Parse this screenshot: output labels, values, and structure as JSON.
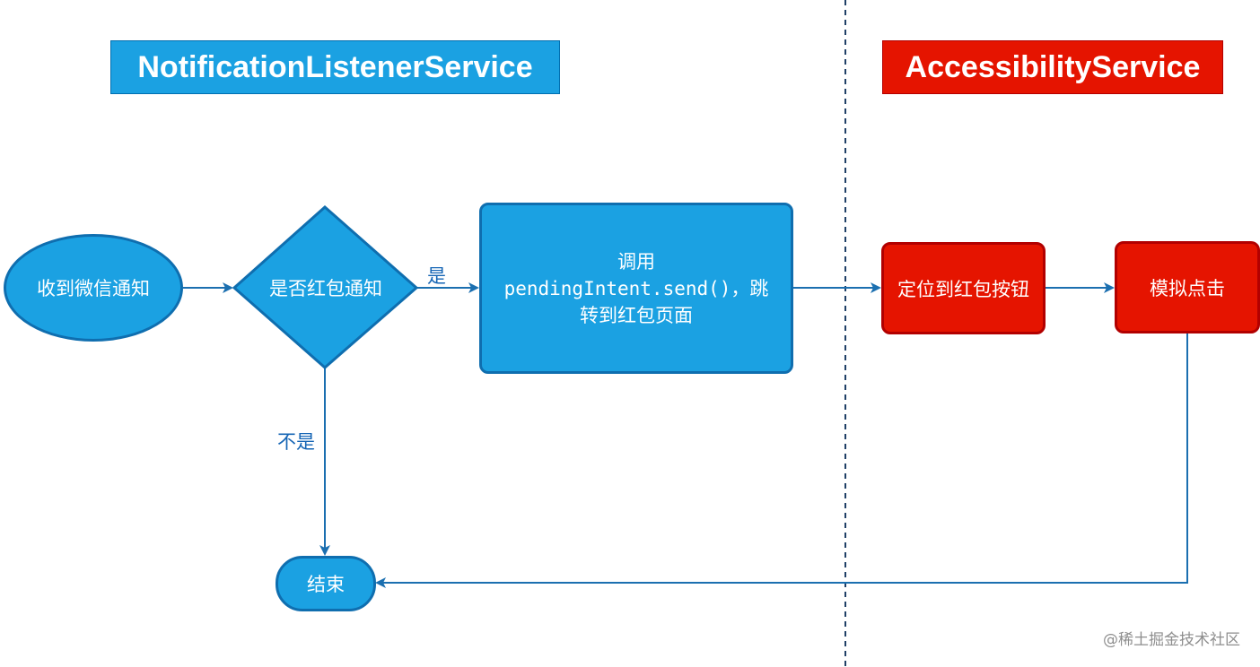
{
  "lanes": {
    "left_title": "NotificationListenerService",
    "right_title": "AccessibilityService"
  },
  "nodes": {
    "start": "收到微信通知",
    "decision": "是否红包通知",
    "send_line1": "调用",
    "send_line2": "pendingIntent.send()，跳",
    "send_line3": "转到红包页面",
    "locate": "定位到红包按钮",
    "click": "模拟点击",
    "end": "结束"
  },
  "edges": {
    "yes_label": "是",
    "no_label": "不是"
  },
  "watermark": "@稀土掘金技术社区",
  "colors": {
    "blue_fill": "#1ba1e2",
    "blue_stroke": "#0f6eaf",
    "red_fill": "#e51400",
    "red_stroke": "#b20000",
    "edge": "#1b6fb0"
  }
}
